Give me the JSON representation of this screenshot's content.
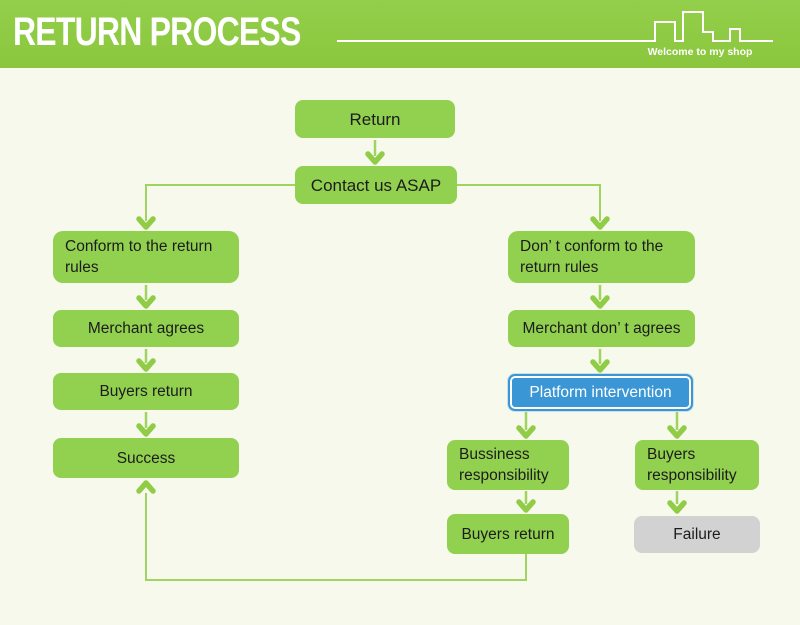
{
  "header": {
    "title": "RETURN PROCESS",
    "tagline": "Welcome to my shop"
  },
  "colors": {
    "header_top": "#93cf4a",
    "header_bottom": "#8ac63d",
    "bg": "#f7f9ec",
    "box_green": "#92d04f",
    "box_blue": "#3a96d4",
    "box_gray": "#d2d2d2",
    "line_green": "#9ed45f",
    "arrow_green": "#90cc45",
    "text_dark": "#1c1c1c",
    "text_white": "#ffffff"
  },
  "nodes": {
    "return": {
      "label": "Return"
    },
    "contact": {
      "label": "Contact us ASAP"
    },
    "conform": {
      "lines": [
        "Conform to the return",
        "rules"
      ]
    },
    "merchant_agrees": {
      "label": "Merchant agrees"
    },
    "buyers_return_left": {
      "label": "Buyers return"
    },
    "success": {
      "label": "Success"
    },
    "dont_conform": {
      "lines": [
        "Don’ t conform to the",
        "return rules"
      ]
    },
    "merchant_dont_agrees": {
      "label": "Merchant don’ t agrees"
    },
    "platform_intervention": {
      "label": "Platform intervention"
    },
    "business_responsibility": {
      "lines": [
        "Bussiness",
        "responsibility"
      ]
    },
    "buyers_responsibility": {
      "lines": [
        "Buyers",
        "responsibility"
      ]
    },
    "buyers_return_right": {
      "label": "Buyers return"
    },
    "failure": {
      "label": "Failure"
    }
  },
  "diagram": {
    "type": "flowchart",
    "edges": [
      {
        "from": "return",
        "to": "contact"
      },
      {
        "from": "contact",
        "to": "conform"
      },
      {
        "from": "contact",
        "to": "dont_conform"
      },
      {
        "from": "conform",
        "to": "merchant_agrees"
      },
      {
        "from": "merchant_agrees",
        "to": "buyers_return_left"
      },
      {
        "from": "buyers_return_left",
        "to": "success"
      },
      {
        "from": "dont_conform",
        "to": "merchant_dont_agrees"
      },
      {
        "from": "merchant_dont_agrees",
        "to": "platform_intervention"
      },
      {
        "from": "platform_intervention",
        "to": "business_responsibility"
      },
      {
        "from": "platform_intervention",
        "to": "buyers_responsibility"
      },
      {
        "from": "business_responsibility",
        "to": "buyers_return_right"
      },
      {
        "from": "buyers_responsibility",
        "to": "failure"
      },
      {
        "from": "buyers_return_right",
        "to": "success"
      }
    ]
  }
}
